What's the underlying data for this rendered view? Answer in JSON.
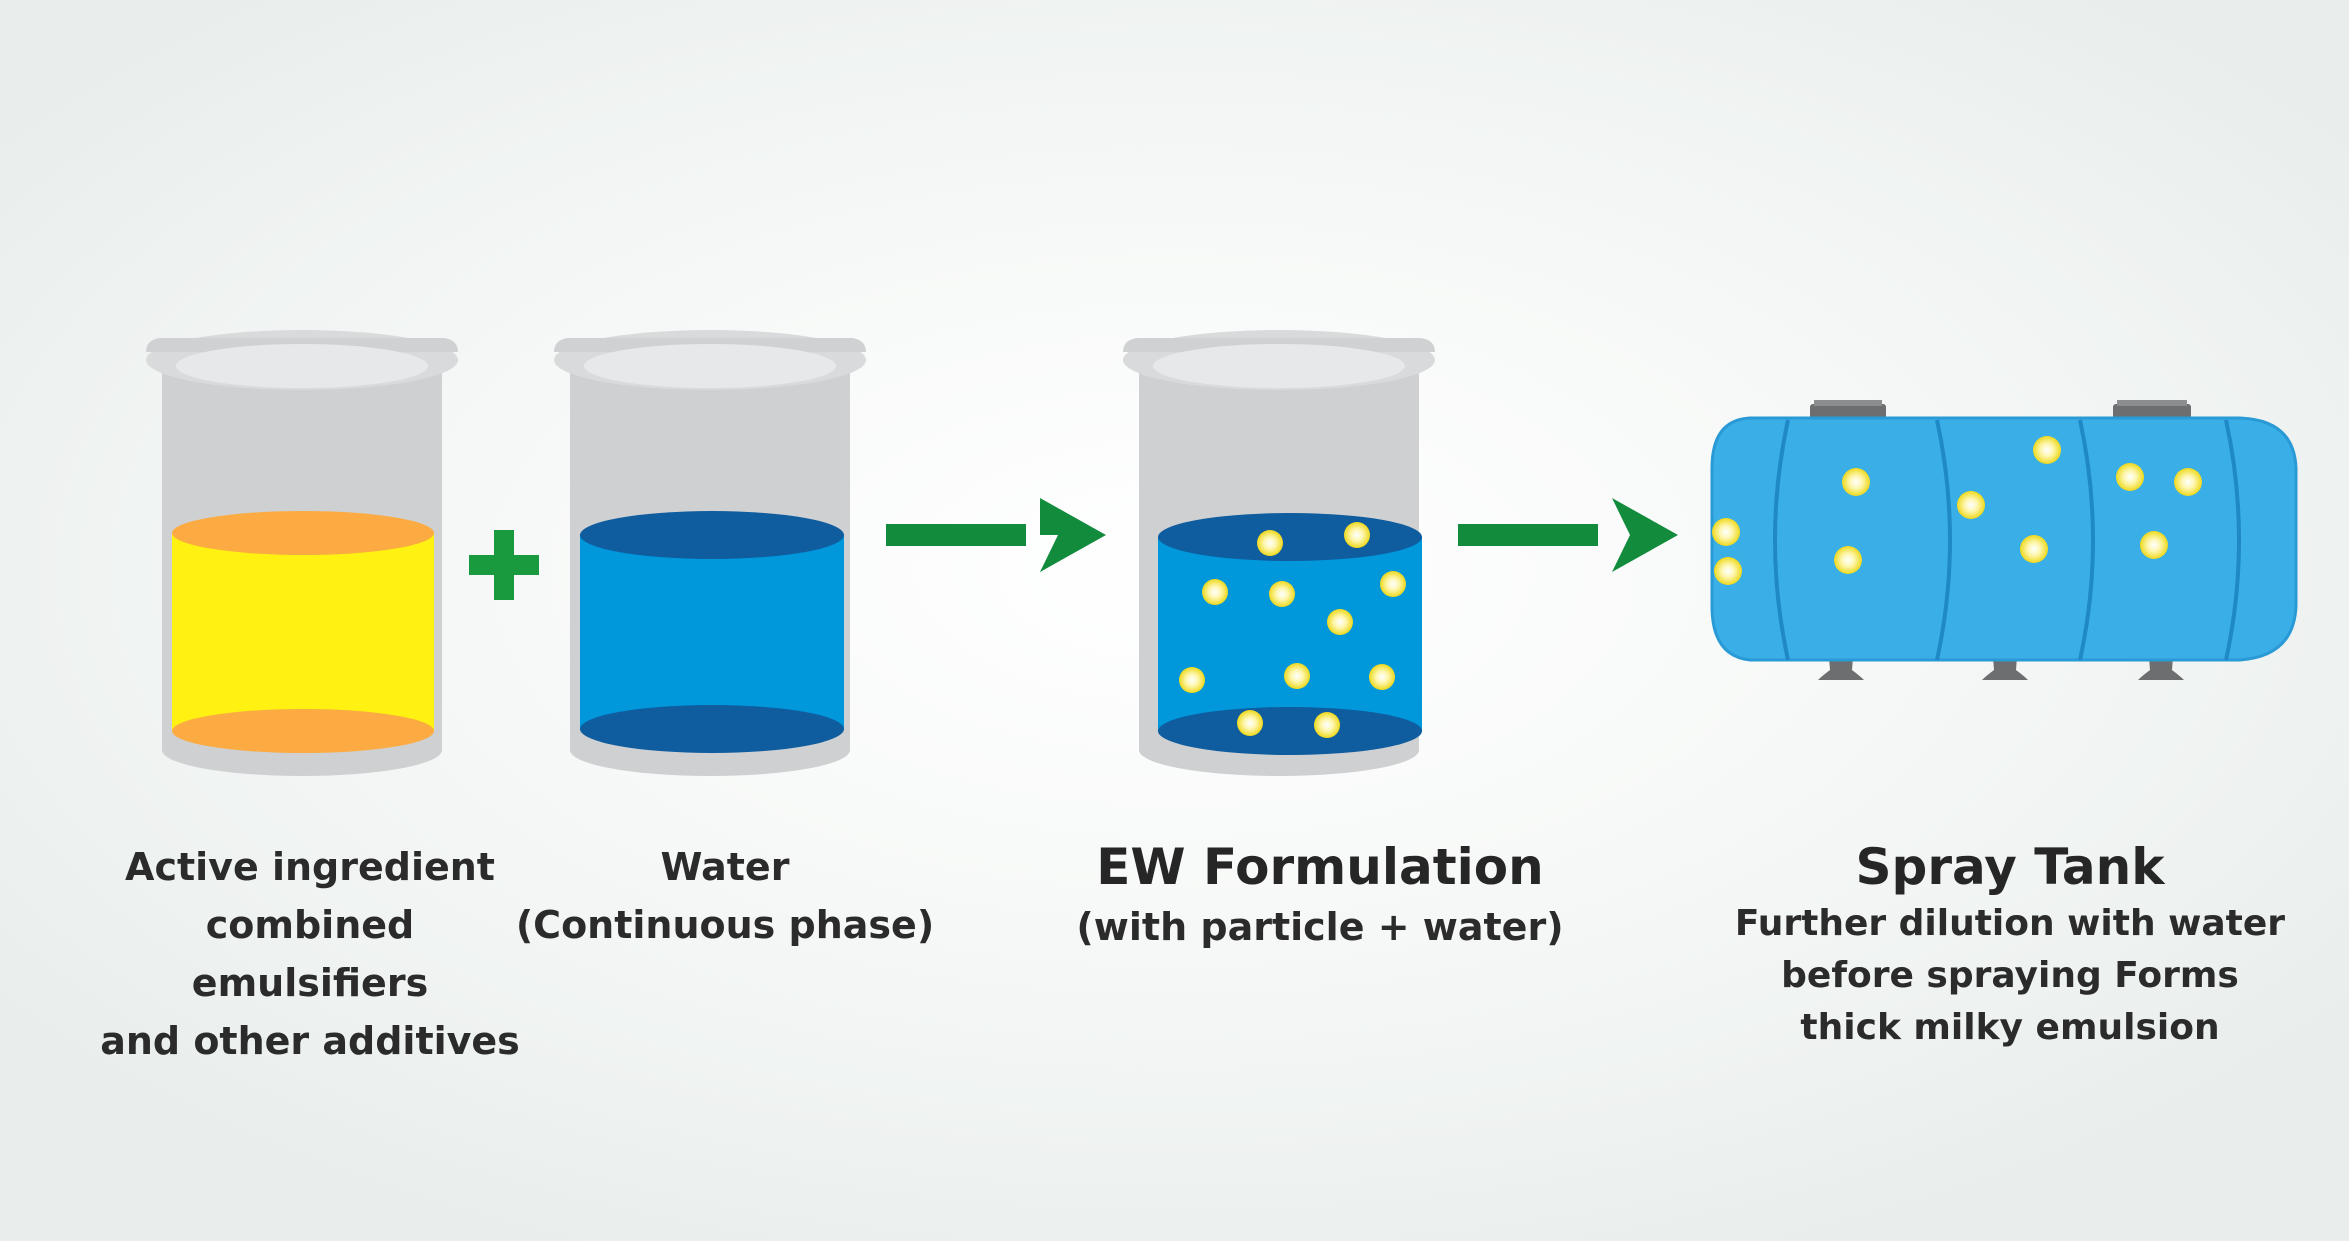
{
  "diagram": {
    "colors": {
      "background": "#eef2f0",
      "beaker": "#cfd0d2",
      "beaker_rim": "#d9dadc",
      "beaker_opening": "#e6e7e9",
      "oil_fill": "#fff212",
      "oil_surface": "#fbab42",
      "water_fill": "#0097db",
      "water_surface": "#0f5c9e",
      "plus": "#1a9a3e",
      "arrow": "#128c3c",
      "tank": "#3aaee6",
      "tank_band": "#1f88c6",
      "tank_fitting": "#6d6e70",
      "particle": "#f8e84a"
    },
    "icons": {
      "beaker_1": "beaker-with-oil-icon",
      "beaker_2": "beaker-with-water-icon",
      "beaker_3": "beaker-with-emulsion-icon",
      "plus": "plus-icon",
      "arrow": "right-arrow-icon",
      "tank": "spray-tank-icon"
    },
    "steps": [
      {
        "lines": [
          "Active ingredient",
          "combined",
          "emulsifiers",
          "and other additives"
        ]
      },
      {
        "lines": [
          "Water",
          "(Continuous phase)"
        ]
      },
      {
        "title": "EW Formulation",
        "lines": [
          "(with particle + water)"
        ]
      },
      {
        "title": "Spray Tank",
        "lines": [
          "Further dilution with water",
          "before spraying Forms",
          "thick milky emulsion"
        ]
      }
    ]
  }
}
